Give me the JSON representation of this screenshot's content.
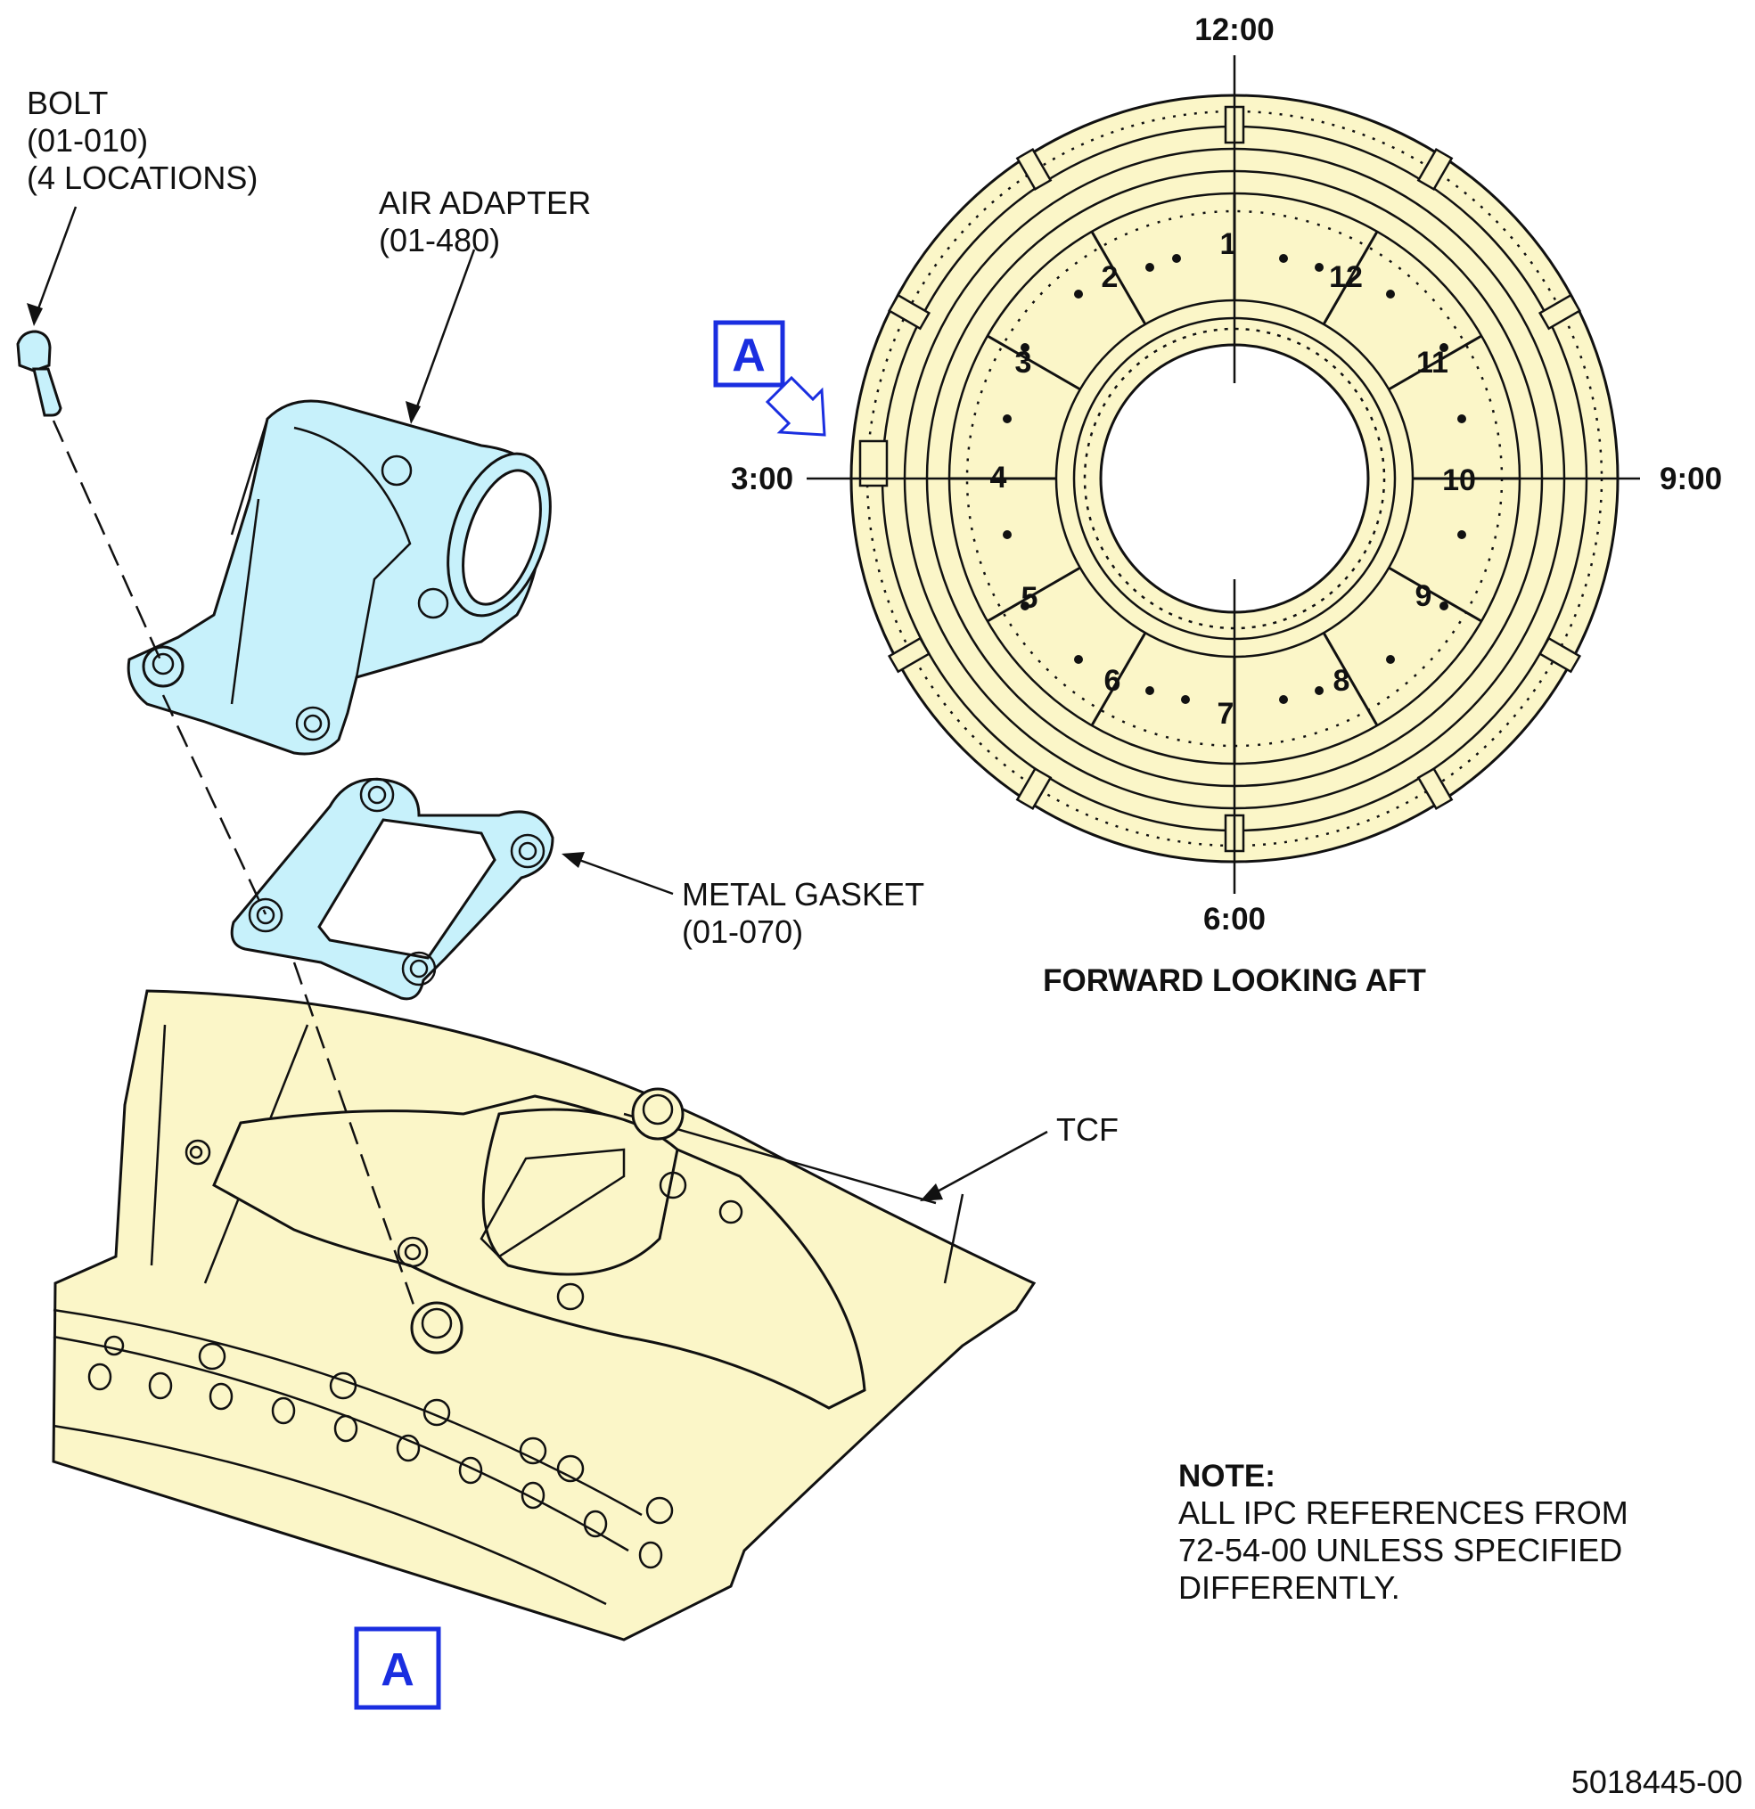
{
  "labels": {
    "bolt": {
      "name": "BOLT",
      "ref": "(01-010)",
      "qty": "(4 LOCATIONS)"
    },
    "air_adapter": {
      "name": "AIR ADAPTER",
      "ref": "(01-480)"
    },
    "metal_gasket": {
      "name": "METAL GASKET",
      "ref": "(01-070)"
    },
    "tcf": "TCF"
  },
  "view": {
    "callout": "A",
    "detail_callout": "A",
    "caption": "FORWARD LOOKING AFT",
    "clock": {
      "top": "12:00",
      "bottom": "6:00",
      "left": "3:00",
      "right": "9:00"
    },
    "positions": [
      "1",
      "2",
      "3",
      "4",
      "5",
      "6",
      "7",
      "8",
      "9",
      "10",
      "11",
      "12"
    ]
  },
  "note": {
    "heading": "NOTE:",
    "lines": [
      "ALL IPC REFERENCES FROM",
      "72-54-00 UNLESS SPECIFIED",
      "DIFFERENTLY."
    ]
  },
  "figure_id": "5018445-00",
  "colors": {
    "part_fill": "#c7f1fb",
    "frame_fill": "#fbf6c8",
    "callout": "#1a2ee0",
    "line": "#111111"
  }
}
